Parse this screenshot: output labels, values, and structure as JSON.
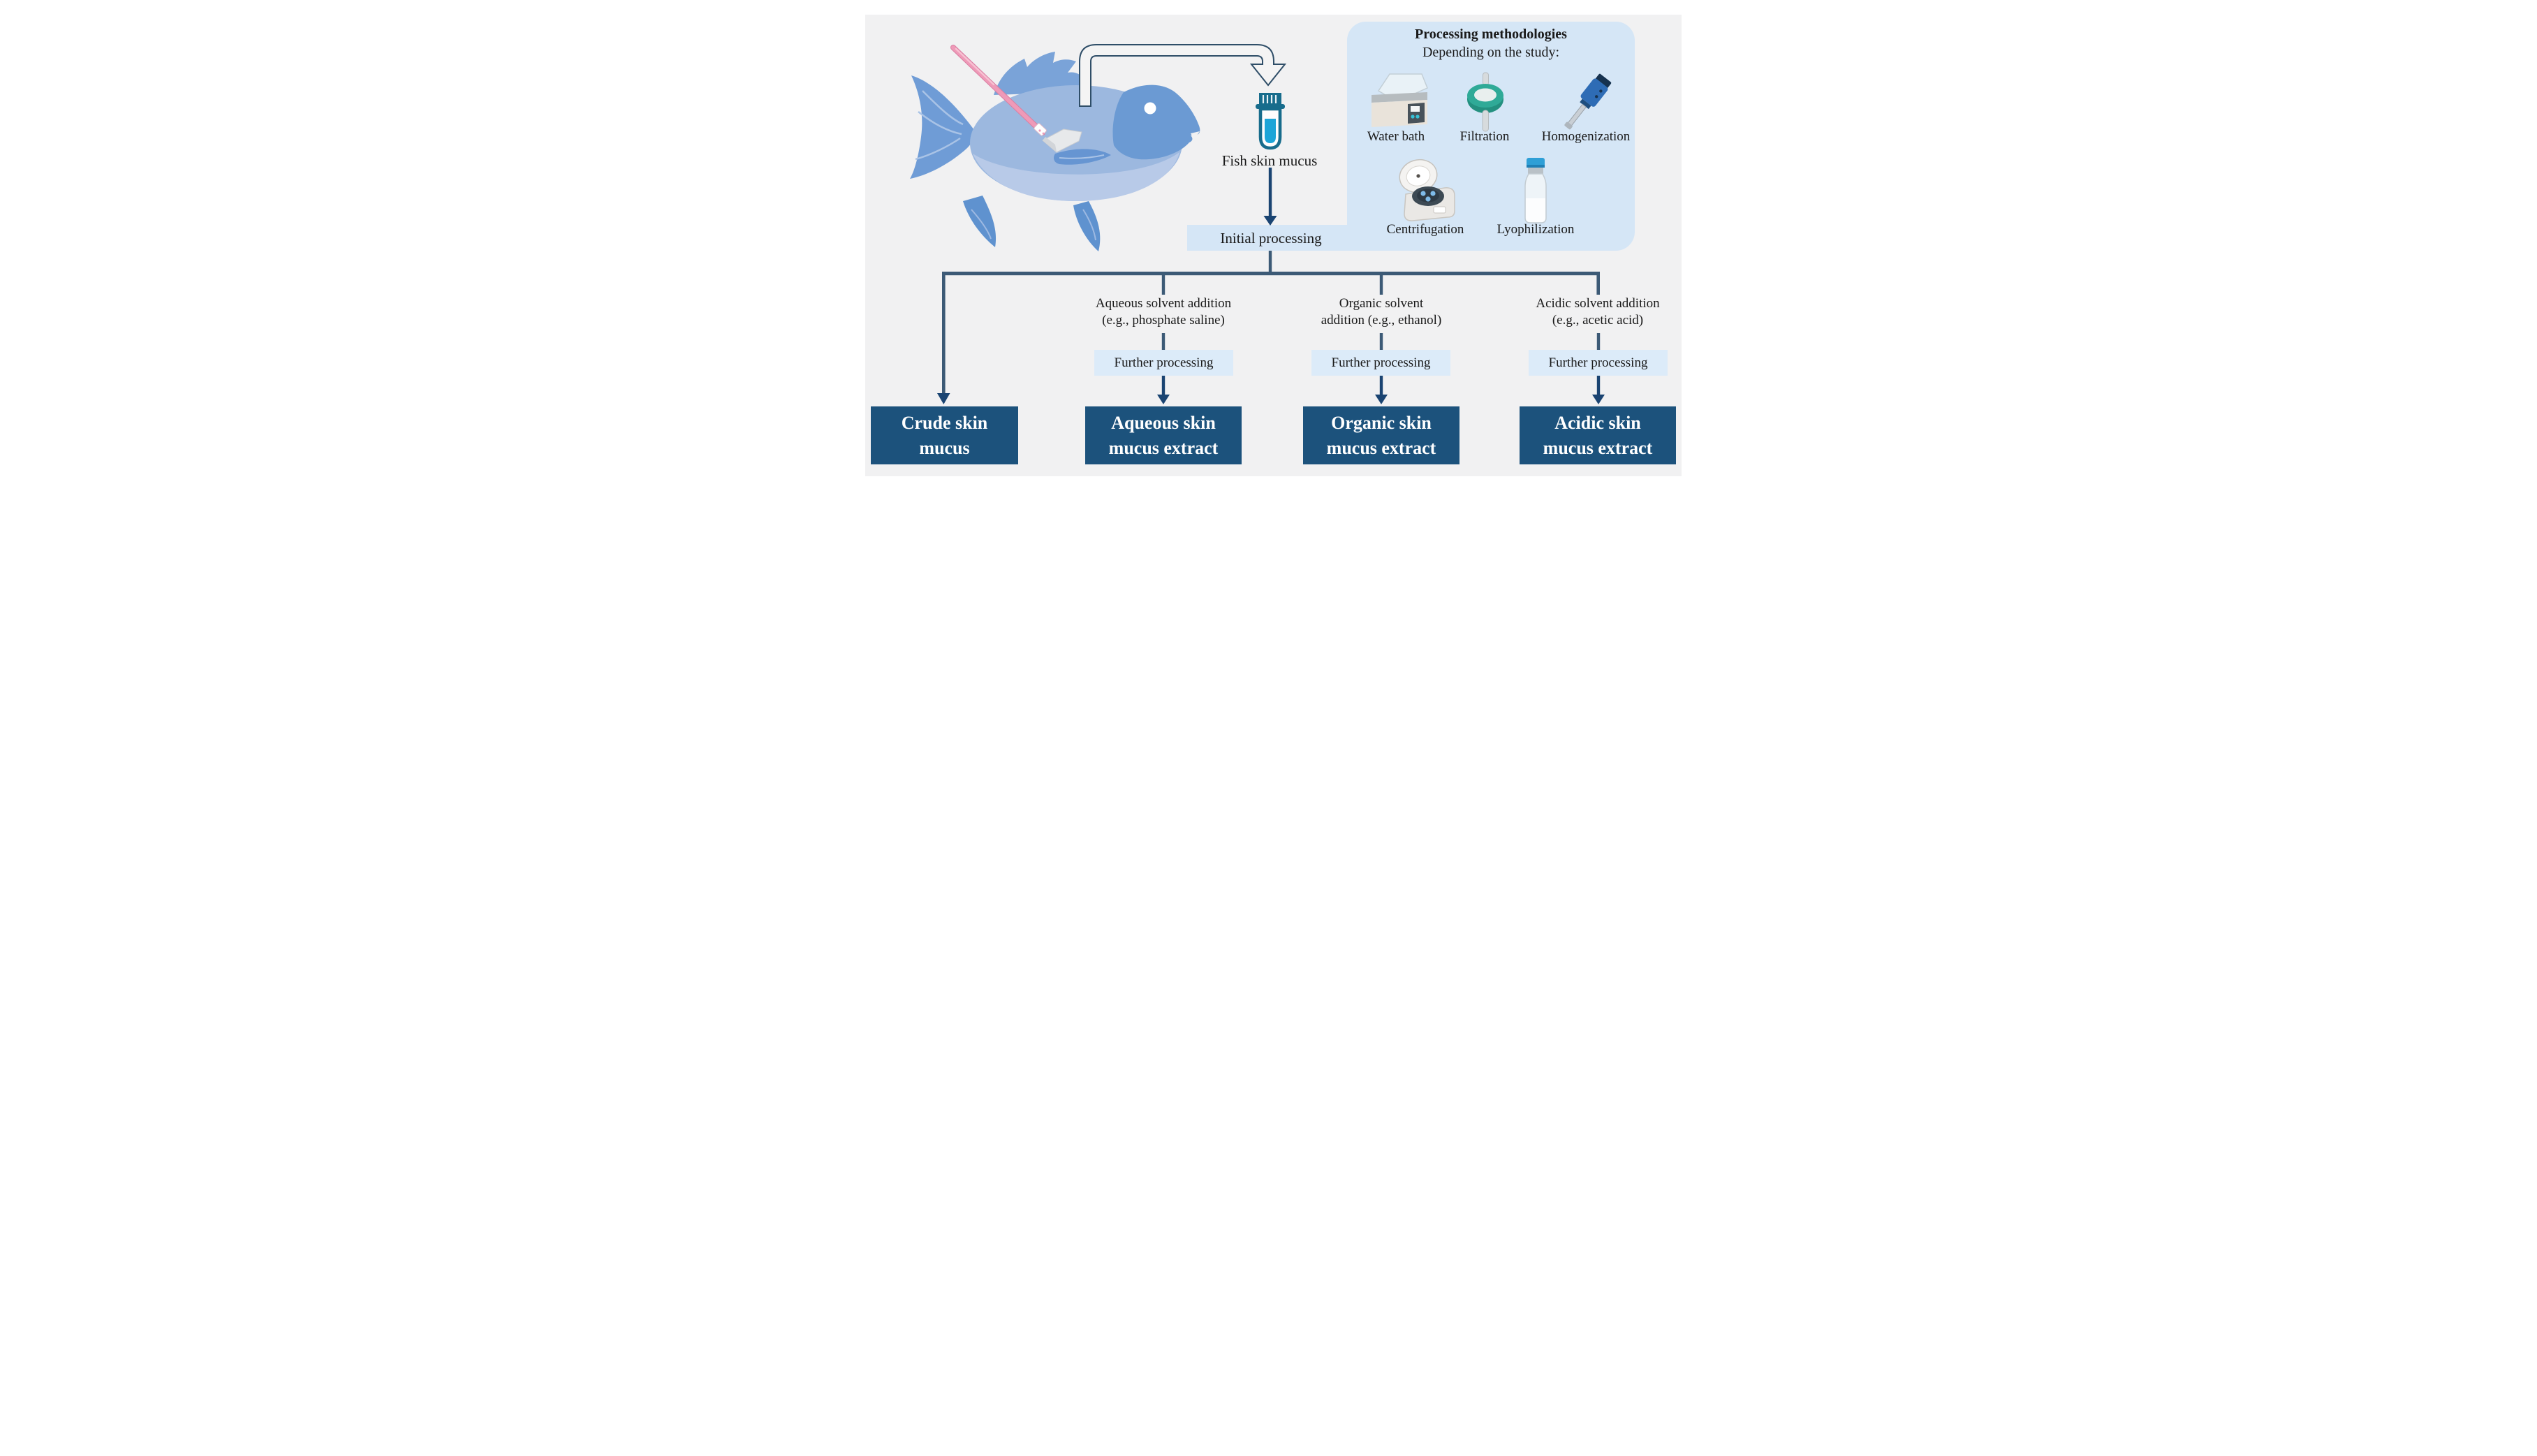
{
  "diagram": {
    "collection": {
      "sample_label": "Fish skin mucus",
      "initial_step_label": "Initial processing"
    },
    "panel": {
      "title": "Processing methodologies",
      "subtitle": "Depending on the study:",
      "methods": [
        "Water bath",
        "Filtration",
        "Homogenization",
        "Centrifugation",
        "Lyophilization"
      ]
    },
    "branches": [
      {
        "box_lines": [
          "Crude skin",
          "mucus"
        ]
      },
      {
        "solvent_lines": [
          "Aqueous solvent addition",
          "(e.g., phosphate saline)"
        ],
        "further_label": "Further processing",
        "box_lines": [
          "Aqueous skin",
          "mucus extract"
        ]
      },
      {
        "solvent_lines": [
          "Organic solvent",
          "addition (e.g., ethanol)"
        ],
        "further_label": "Further processing",
        "box_lines": [
          "Organic skin",
          "mucus extract"
        ]
      },
      {
        "solvent_lines": [
          "Acidic solvent addition",
          "(e.g., acetic acid)"
        ],
        "further_label": "Further processing",
        "box_lines": [
          "Acidic skin",
          "mucus extract"
        ]
      }
    ],
    "colors": {
      "background_gray": "#f1f1f2",
      "panel_blue": "#d5e6f6",
      "further_band_blue": "#dcebf9",
      "result_box_navy": "#1c527c",
      "connector_slate": "#3c5a76",
      "arrow_navy": "#1a4472",
      "tube_teal": "#176c8c",
      "mucus_liquid_blue": "#1ca5d8",
      "fish_body_blue": "#9cb8df"
    }
  }
}
